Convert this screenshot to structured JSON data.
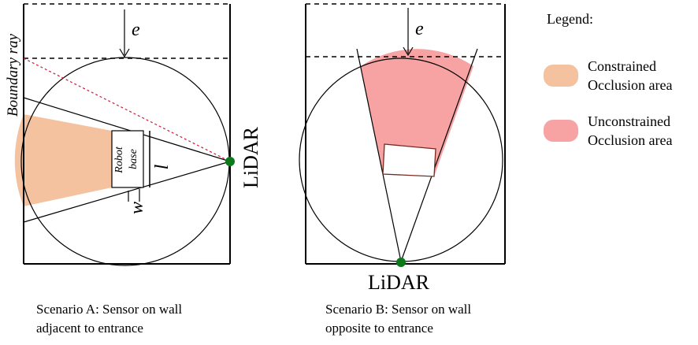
{
  "scenario_a": {
    "gap_label": "e",
    "boundary_label": "Boundary ray",
    "robot_label_1": "Robot",
    "robot_label_2": "base",
    "length_label": "l",
    "width_label": "w",
    "sensor_label": "LiDAR",
    "caption_line1": "Scenario A: Sensor on wall",
    "caption_line2": "adjacent to entrance"
  },
  "scenario_b": {
    "gap_label": "e",
    "sensor_label": "LiDAR",
    "caption_line1": "Scenario B: Sensor on wall",
    "caption_line2": "opposite to entrance"
  },
  "legend": {
    "title": "Legend:",
    "items": [
      {
        "line1": "Constrained",
        "line2": "Occlusion area",
        "color": "#f5c2a0"
      },
      {
        "line1": "Unconstrained",
        "line2": "Occlusion area",
        "color": "#f7a3a3"
      }
    ]
  },
  "colors": {
    "sensor_dot": "#0a7a1a",
    "boundary_ray": "#d01a3a"
  }
}
